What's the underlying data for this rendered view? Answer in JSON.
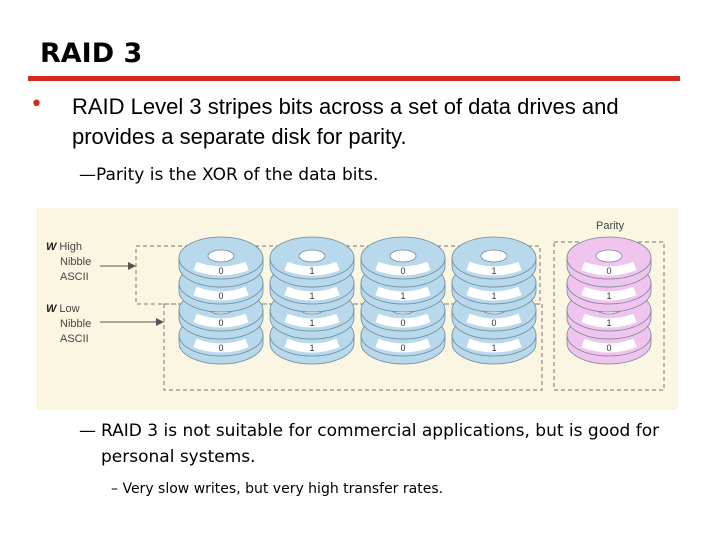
{
  "title": "RAID 3",
  "bullet": "RAID Level 3 stripes bits across a set of data drives and provides a separate disk for parity.",
  "sub1": "Parity is the XOR of the data bits.",
  "sub2": "RAID 3 is not suitable for commercial applications, but is good for personal systems.",
  "sub3": "Very slow writes, but very high transfer rates.",
  "dash_mark": "—",
  "sub3_mark": "–",
  "figure": {
    "parity_label": "Parity",
    "w_high": [
      "W",
      "High",
      "Nibble",
      "ASCII"
    ],
    "w_low": [
      "W",
      "Low",
      "Nibble",
      "ASCII"
    ],
    "drives": [
      {
        "type": "data",
        "bits": [
          "0",
          "0",
          "0",
          "0"
        ]
      },
      {
        "type": "data",
        "bits": [
          "1",
          "1",
          "1",
          "1"
        ]
      },
      {
        "type": "data",
        "bits": [
          "0",
          "1",
          "0",
          "0"
        ]
      },
      {
        "type": "data",
        "bits": [
          "1",
          "1",
          "0",
          "1"
        ]
      },
      {
        "type": "parity",
        "bits": [
          "0",
          "1",
          "1",
          "0"
        ]
      }
    ],
    "colors": {
      "data_disk": "#b8d8ec",
      "parity_disk": "#f1c4ee",
      "panel": "#fbf6e1"
    }
  }
}
